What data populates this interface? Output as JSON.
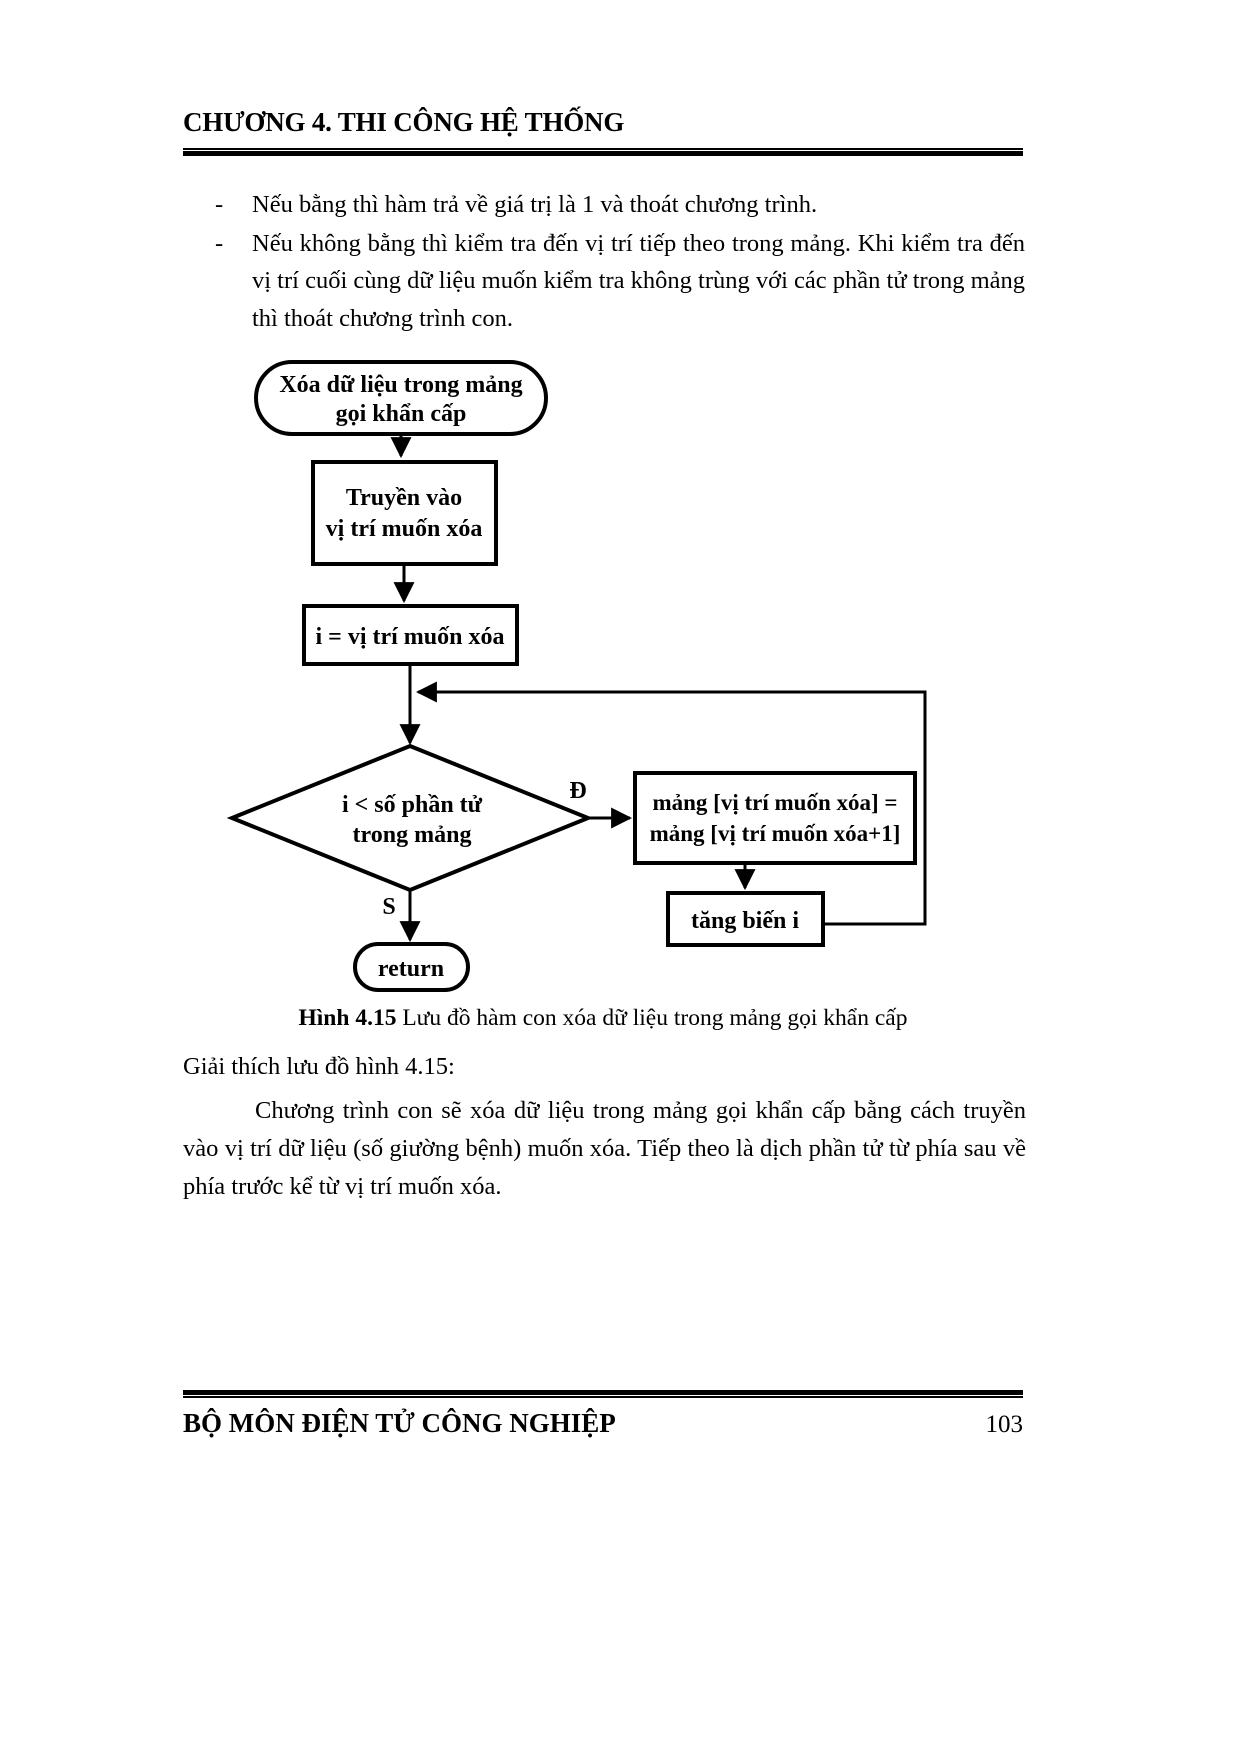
{
  "header": {
    "title": "CHƯƠNG 4. THI CÔNG HỆ THỐNG"
  },
  "bullets": {
    "dash": "-",
    "items": [
      "Nếu bằng thì hàm trả về giá trị là 1 và thoát chương trình.",
      "Nếu không bằng thì kiểm tra đến vị trí tiếp theo trong mảng. Khi kiểm tra đến vị trí cuối cùng dữ liệu muốn kiểm tra không trùng với các phần tử trong mảng thì thoát chương trình con."
    ]
  },
  "flowchart": {
    "start": {
      "line1": "Xóa dữ liệu trong mảng",
      "line2": "gọi khẩn cấp"
    },
    "process_input": {
      "line1": "Truyền vào",
      "line2": "vị trí muốn xóa"
    },
    "process_init": {
      "line1": "i = vị trí muốn xóa"
    },
    "decision": {
      "line1": "i < số phần tử",
      "line2": "trong mảng"
    },
    "branch_yes_label": "Đ",
    "branch_no_label": "S",
    "process_shift": {
      "line1": "mảng [vị trí muốn xóa] =",
      "line2": "mảng [vị trí muốn xóa+1]"
    },
    "process_increment": {
      "line1": "tăng biến i"
    },
    "end": {
      "line1": "return"
    }
  },
  "caption": {
    "number": "Hình 4.15",
    "text": " Lưu đồ hàm con xóa dữ liệu trong mảng gọi khẩn cấp"
  },
  "body": {
    "intro": "Giải thích lưu đồ hình 4.15:",
    "paragraph": "Chương trình con sẽ xóa dữ liệu trong mảng gọi khẩn cấp bằng cách truyền vào vị trí dữ liệu (số giường bệnh) muốn xóa. Tiếp theo là dịch phần tử từ phía sau về phía trước kể từ vị trí muốn xóa."
  },
  "footer": {
    "department": "BỘ MÔN ĐIỆN TỬ CÔNG NGHIỆP",
    "page_number": "103"
  }
}
